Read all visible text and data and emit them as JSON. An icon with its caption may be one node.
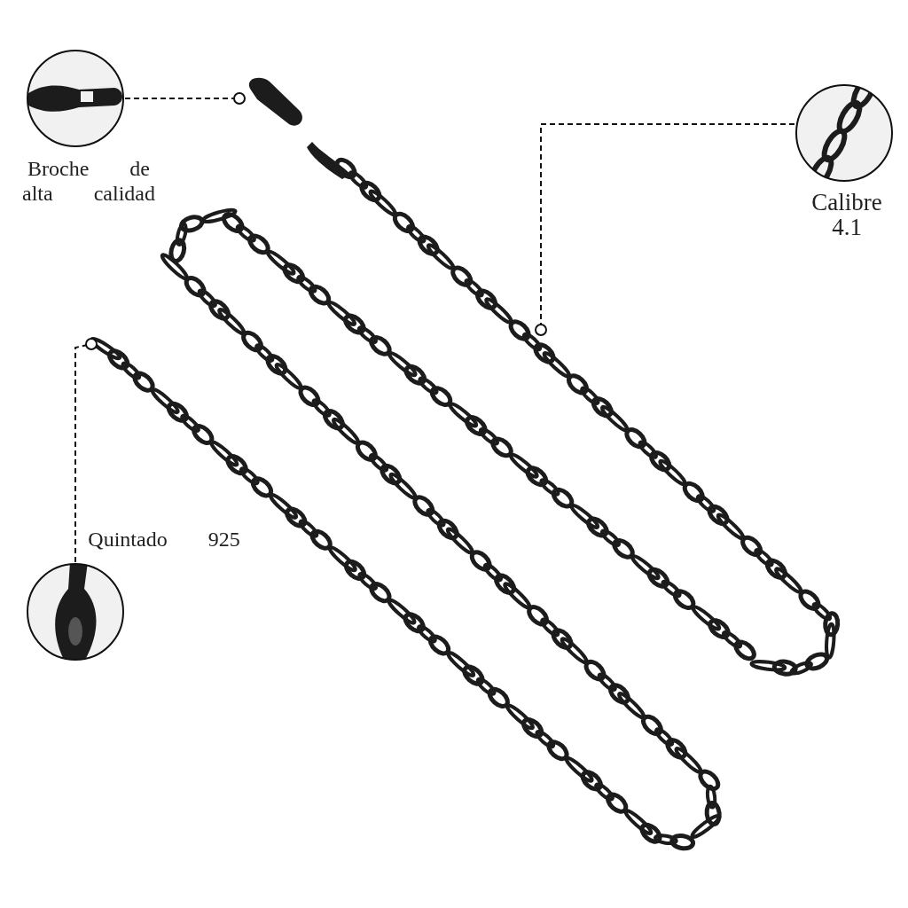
{
  "diagram": {
    "nodes": [
      {
        "text": [],
        "shape": "picture",
        "beside": [
          "Broche de alta calidad"
        ]
      },
      {
        "text": [],
        "shape": "picture",
        "beside": [
          "Calibre 4.1"
        ]
      },
      {
        "text": [],
        "shape": "picture",
        "beside": [
          "Quintado 925"
        ]
      }
    ],
    "edges": [
      {
        "from": 0,
        "to": null,
        "arrow": "other",
        "style": "dashed"
      },
      {
        "from": 1,
        "to": null,
        "arrow": "other",
        "style": "dashed"
      },
      {
        "from": 2,
        "to": null,
        "arrow": "other",
        "style": "dashed"
      }
    ]
  }
}
